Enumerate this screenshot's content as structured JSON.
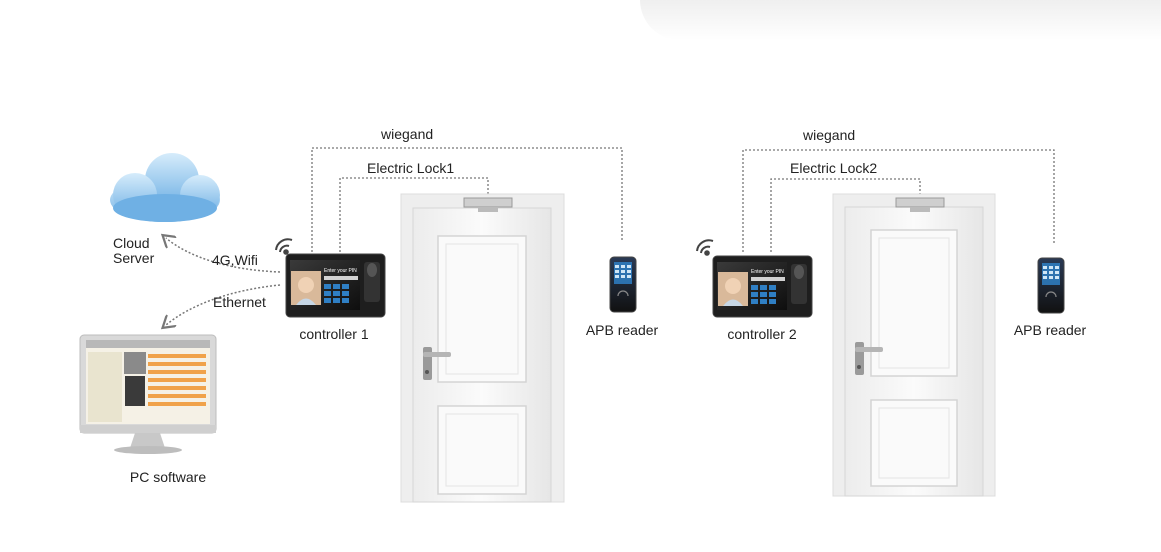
{
  "labels": {
    "wiegand_1": "wiegand",
    "electric_lock_1": "Electric Lock1",
    "wiegand_2": "wiegand",
    "electric_lock_2": "Electric Lock2",
    "cloud_server_line1": "Cloud",
    "cloud_server_line2": "Server",
    "link_4g_wifi": "4G,Wifi",
    "link_ethernet": "Ethernet",
    "pc_software": "PC software",
    "controller_1": "controller 1",
    "controller_2": "controller 2",
    "apb_reader_1": "APB reader",
    "apb_reader_2": "APB reader",
    "screen_pin_prompt": "Enter your PIN"
  },
  "colors": {
    "cloud": "#8fc6ec",
    "cloud_light": "#cfe6f7",
    "door": "#f4f4f4",
    "door_frame": "#e8e8e8",
    "device_body": "#1e1e1e",
    "line": "#777777",
    "text": "#222222",
    "screen_blue": "#2f7fc4"
  },
  "icons": [
    "cloud-icon",
    "wifi-icon",
    "arrow-icon",
    "monitor-icon",
    "door-icon",
    "lock-icon",
    "handle-icon",
    "controller-icon",
    "reader-icon"
  ]
}
